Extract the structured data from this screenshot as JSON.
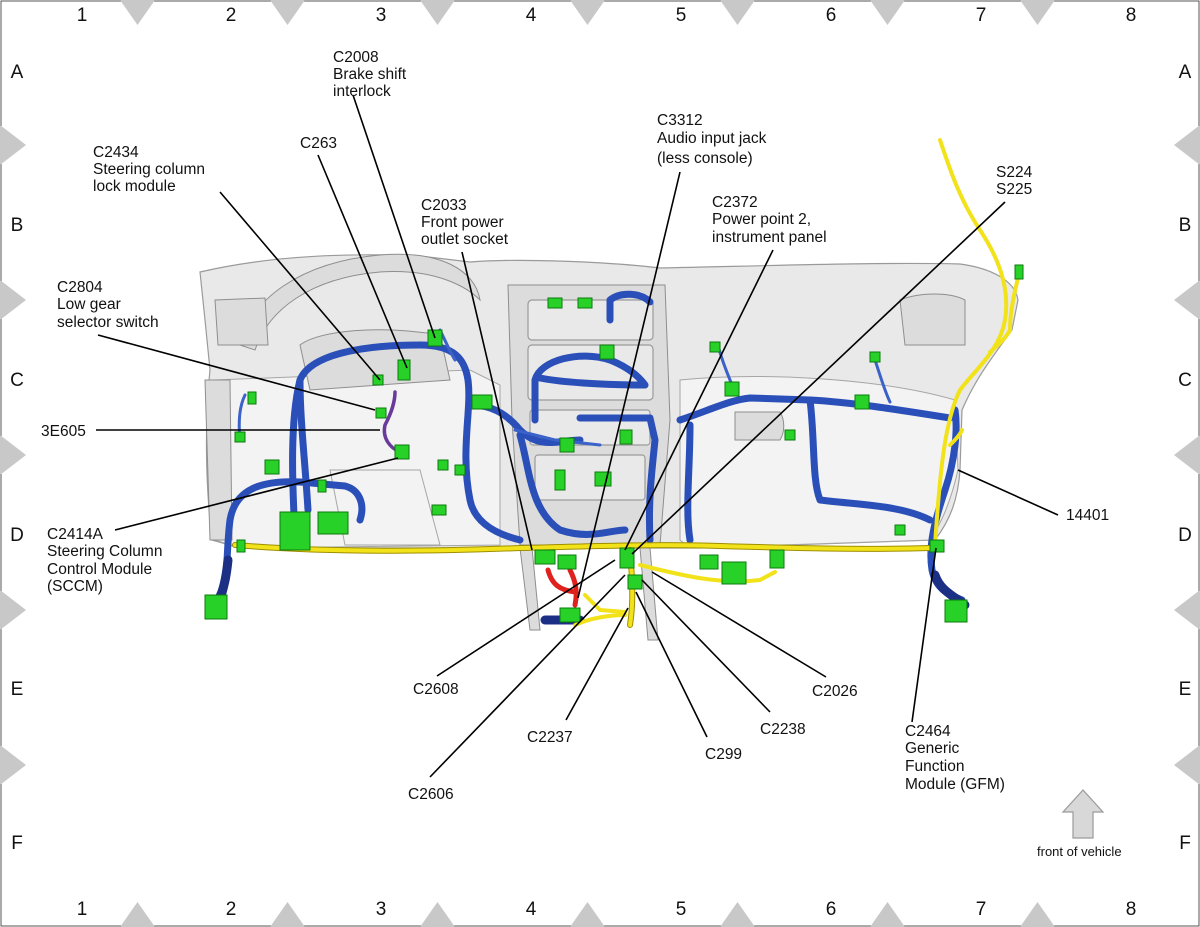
{
  "grid": {
    "columns": [
      "1",
      "2",
      "3",
      "4",
      "5",
      "6",
      "7",
      "8"
    ],
    "rows": [
      "A",
      "B",
      "C",
      "D",
      "E",
      "F"
    ]
  },
  "callouts": {
    "c2008": [
      "C2008",
      "Brake shift",
      "interlock"
    ],
    "c263": [
      "C263"
    ],
    "c2434": [
      "C2434",
      "Steering column",
      "lock module"
    ],
    "c2033": [
      "C2033",
      "Front power",
      "outlet socket"
    ],
    "c3312": [
      "C3312",
      "Audio input jack",
      "(less console)"
    ],
    "c2372": [
      "C2372",
      "Power point 2,",
      "instrument panel"
    ],
    "s224": [
      "S224",
      "S225"
    ],
    "c2804": [
      "C2804",
      "Low gear",
      "selector switch"
    ],
    "e3e605": [
      "3E605"
    ],
    "c2414a": [
      "C2414A",
      "Steering Column",
      "Control Module",
      "(SCCM)"
    ],
    "n14401": [
      "14401"
    ],
    "c2608": [
      "C2608"
    ],
    "c2237": [
      "C2237"
    ],
    "c2606": [
      "C2606"
    ],
    "c299": [
      "C299"
    ],
    "c2238": [
      "C2238"
    ],
    "c2026": [
      "C2026"
    ],
    "c2464": [
      "C2464",
      "Generic",
      "Function",
      "Module (GFM)"
    ]
  },
  "orientation": {
    "label": "front of vehicle",
    "arrow_icon": "arrow-up-icon"
  },
  "colors": {
    "harness_blue": "#2a4fb8",
    "harness_yellow": "#f2e21a",
    "connector_green": "#27d127",
    "harness_purple": "#6a3a9a",
    "harness_red": "#e0221f",
    "grid_marker": "#c8c8c8"
  }
}
